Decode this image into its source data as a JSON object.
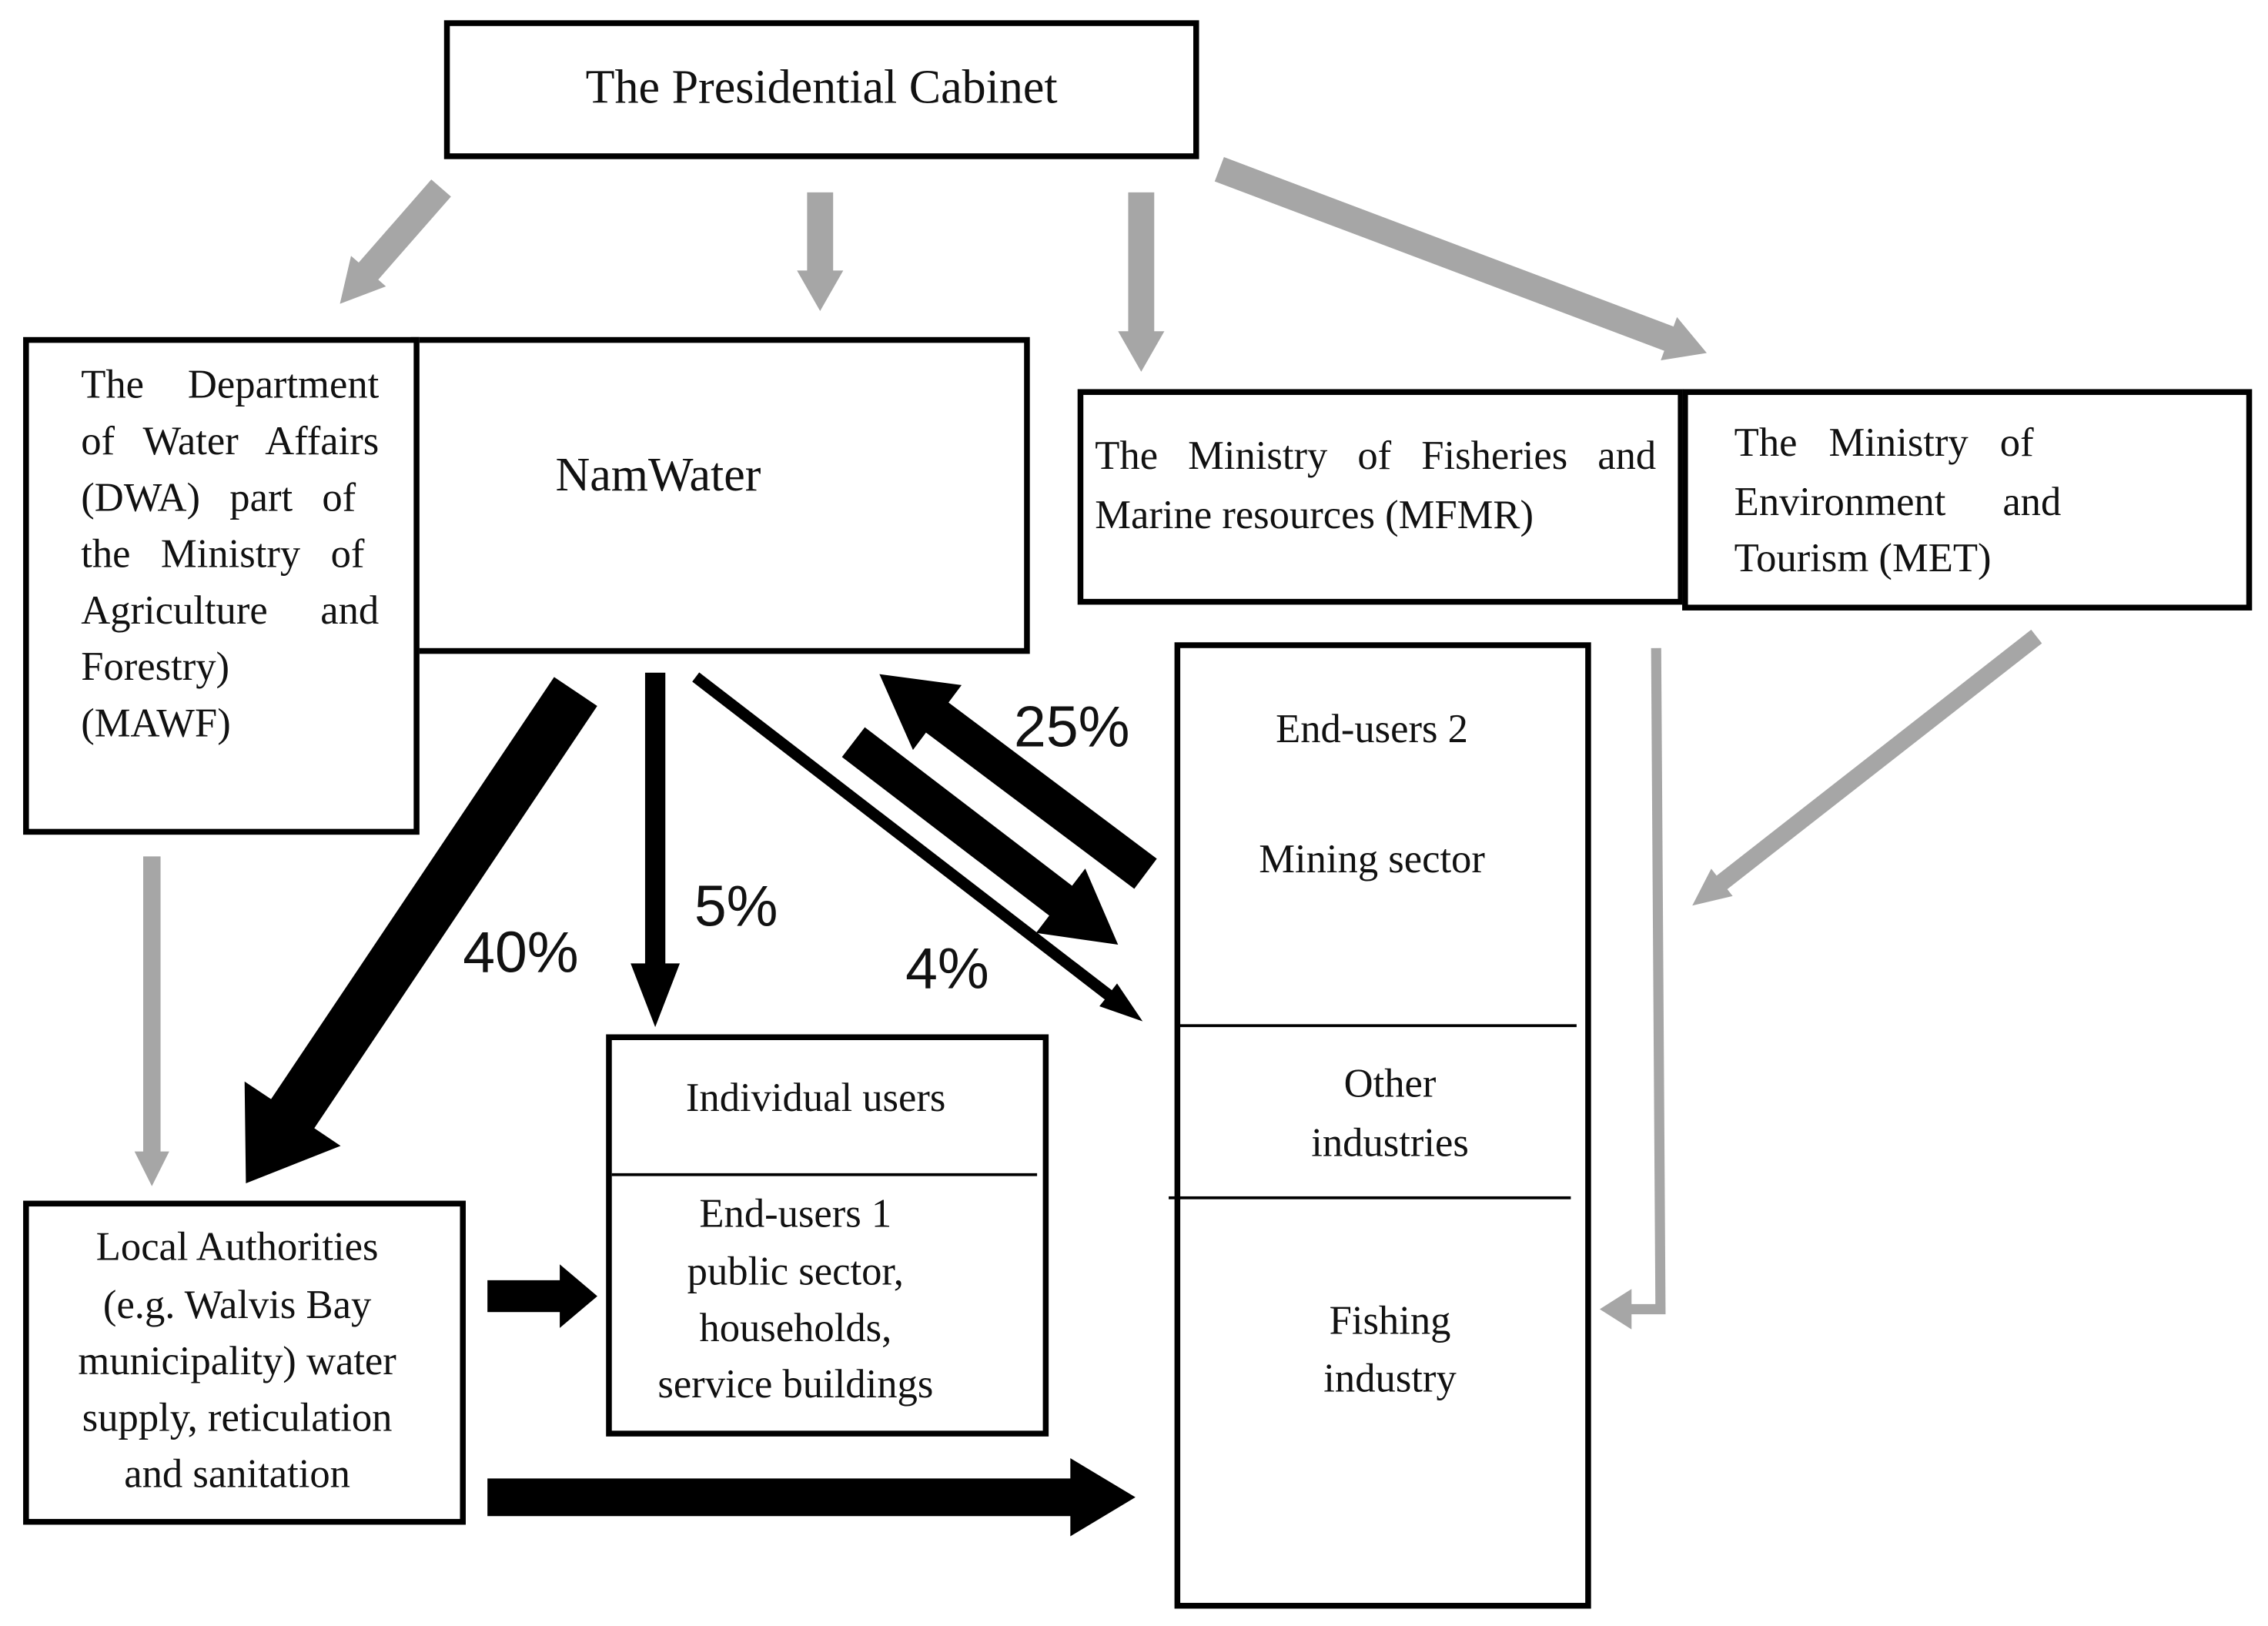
{
  "nodes": {
    "presidential_cabinet": "The Presidential Cabinet",
    "dwa": [
      "The Department",
      "of Water Affairs",
      "(DWA) part of",
      "the Ministry of",
      "Agriculture and",
      "Forestry)",
      "(MAWF)"
    ],
    "namwater": "NamWater",
    "mfmr": [
      "The Ministry of Fisheries and",
      "Marine resources (MFMR)"
    ],
    "met": [
      "The Ministry of",
      "Environment and",
      "Tourism (MET)"
    ],
    "local_authorities": [
      "Local Authorities",
      "(e.g. Walvis Bay",
      "municipality) water",
      "supply, reticulation",
      "and sanitation"
    ],
    "individual_users": "Individual users",
    "end_users_1": [
      "End-users 1",
      "public sector,",
      "households,",
      "service buildings"
    ],
    "end_users_2": "End-users 2",
    "mining_sector": "Mining sector",
    "other_industries": [
      "Other",
      "industries"
    ],
    "fishing_industry": [
      "Fishing",
      "industry"
    ]
  },
  "flows": {
    "to_local_authorities": "40%",
    "to_individual_users": "5%",
    "to_other_industries": "4%",
    "mining_exchange": "25%"
  },
  "colors": {
    "water_flow_arrow": "#000000",
    "governance_arrow": "#a6a6a6"
  }
}
